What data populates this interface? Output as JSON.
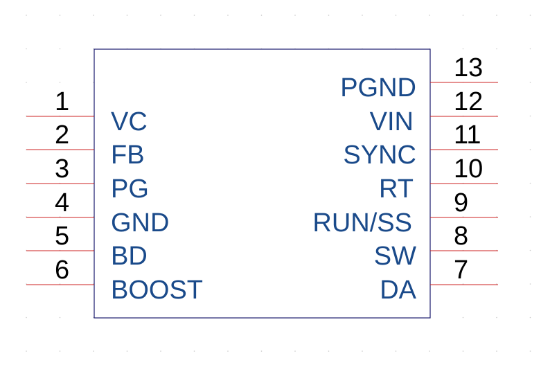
{
  "component": {
    "left_pins": [
      {
        "number": "1",
        "name": "VC"
      },
      {
        "number": "2",
        "name": "FB"
      },
      {
        "number": "3",
        "name": "PG"
      },
      {
        "number": "4",
        "name": "GND"
      },
      {
        "number": "5",
        "name": "BD"
      },
      {
        "number": "6",
        "name": "BOOST"
      }
    ],
    "right_pins": [
      {
        "number": "13",
        "name": "PGND"
      },
      {
        "number": "12",
        "name": "VIN"
      },
      {
        "number": "11",
        "name": "SYNC"
      },
      {
        "number": "10",
        "name": "RT"
      },
      {
        "number": "9",
        "name": "RUN/SS"
      },
      {
        "number": "8",
        "name": "SW"
      },
      {
        "number": "7",
        "name": "DA"
      }
    ]
  },
  "colors": {
    "pin_line": "#cc2222",
    "body_outline": "#1a1a6e",
    "pin_name": "#1a4a8a",
    "pin_number": "#000000"
  }
}
